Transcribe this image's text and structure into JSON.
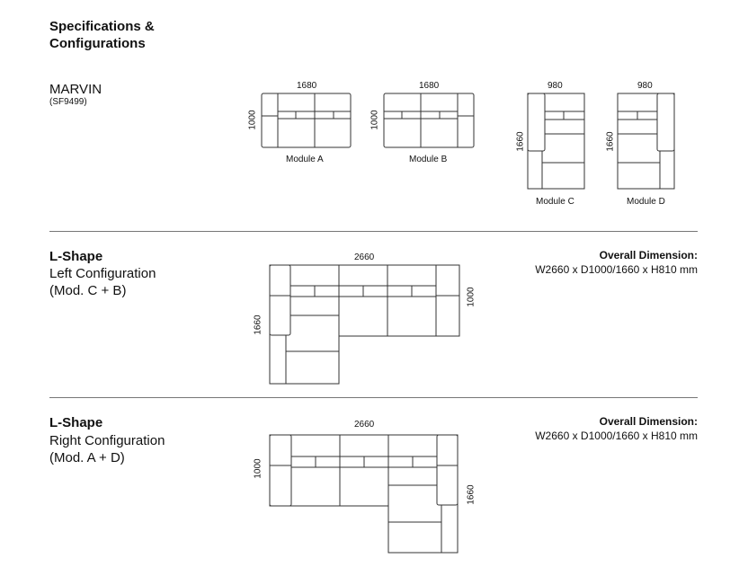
{
  "header": {
    "title_line1": "Specifications &",
    "title_line2": "Configurations"
  },
  "product": {
    "name": "MARVIN",
    "code": "(SF9499)"
  },
  "modules": [
    {
      "label": "Module A",
      "width": "1680",
      "depth": "1000"
    },
    {
      "label": "Module B",
      "width": "1680",
      "depth": "1000"
    },
    {
      "label": "Module C",
      "width": "980",
      "depth": "1660"
    },
    {
      "label": "Module D",
      "width": "980",
      "depth": "1660"
    }
  ],
  "configs": [
    {
      "title": "L-Shape",
      "line2": "Left Configuration",
      "line3": "(Mod. C + B)",
      "width": "2660",
      "depth": "1000",
      "chaise": "1660",
      "overall_label": "Overall Dimension:",
      "overall_value": "W2660 x D1000/1660 x H810 mm"
    },
    {
      "title": "L-Shape",
      "line2": "Right Configuration",
      "line3": "(Mod. A + D)",
      "width": "2660",
      "depth": "1000",
      "chaise": "1660",
      "overall_label": "Overall Dimension:",
      "overall_value": "W2660 x D1000/1660 x H810 mm"
    }
  ]
}
